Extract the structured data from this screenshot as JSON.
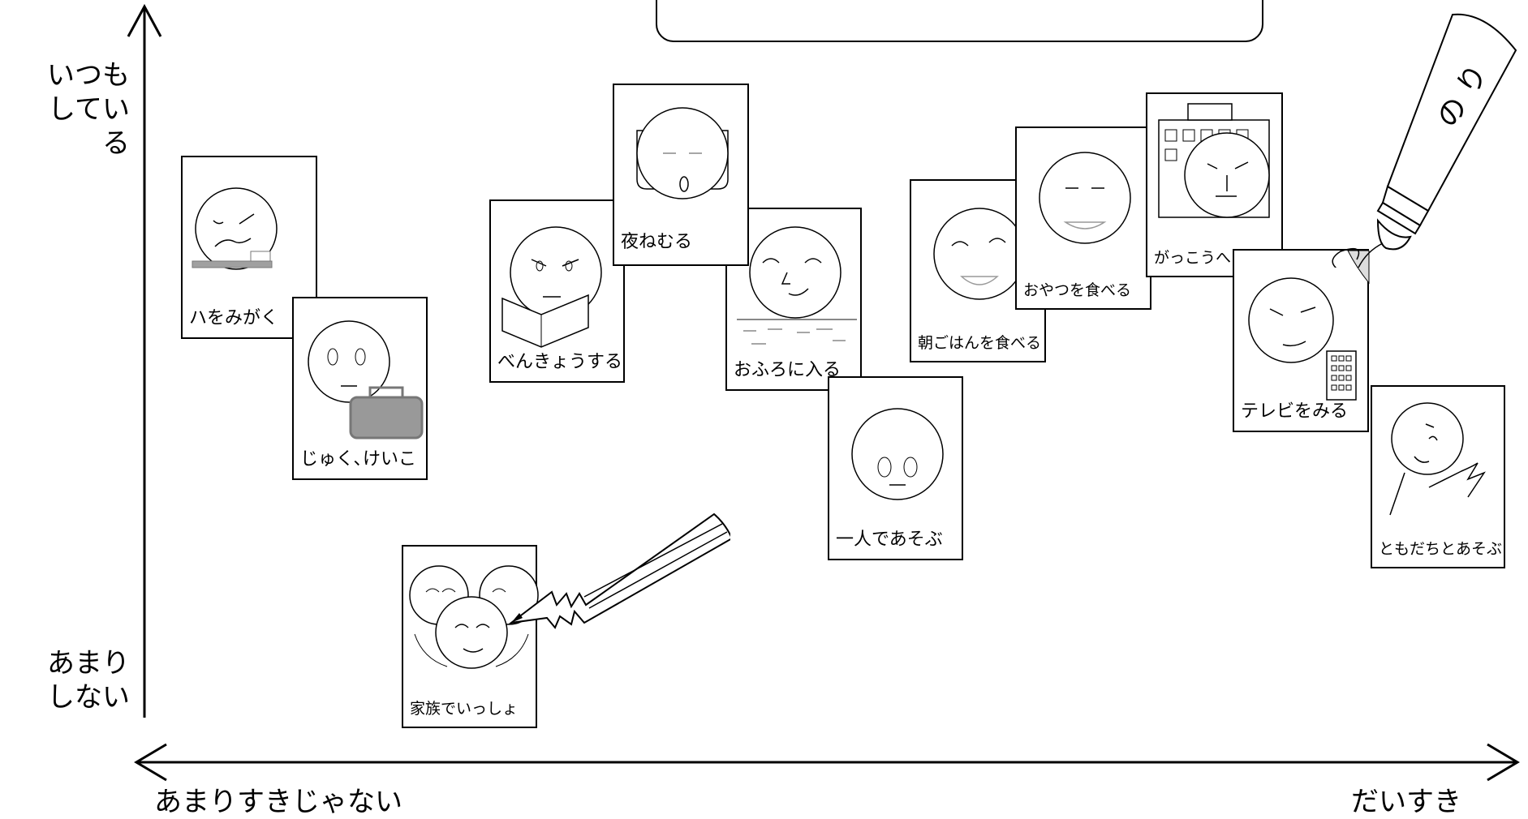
{
  "axes": {
    "y_top": "いつも\nしている",
    "y_bottom": "あまり\nしない",
    "x_left": "あまりすきじゃない",
    "x_right": "だいすき"
  },
  "cards": [
    {
      "label": "ハをみがく",
      "icon": "brushing-teeth-face"
    },
    {
      "label": "じゅく､けいこ",
      "icon": "cram-school-bag-face"
    },
    {
      "label": "べんきょうする",
      "icon": "studying-book-face"
    },
    {
      "label": "夜ねむる",
      "icon": "sleeping-face"
    },
    {
      "label": "おふろに入る",
      "icon": "bath-face"
    },
    {
      "label": "一人であそぶ",
      "icon": "playing-alone-face"
    },
    {
      "label": "朝ごはんを食べる",
      "icon": "breakfast-face"
    },
    {
      "label": "おやつを食べる",
      "icon": "snack-face"
    },
    {
      "label": "がっこうへいく",
      "icon": "school-face"
    },
    {
      "label": "テレビをみる",
      "icon": "tv-face"
    },
    {
      "label": "ともだちとあそぶ",
      "icon": "friends-face"
    },
    {
      "label": "家族でいっしょ",
      "icon": "family-faces"
    }
  ],
  "decorations": {
    "glue_text": "の り",
    "pencil": "pencil-icon",
    "glue": "glue-tube-icon"
  }
}
